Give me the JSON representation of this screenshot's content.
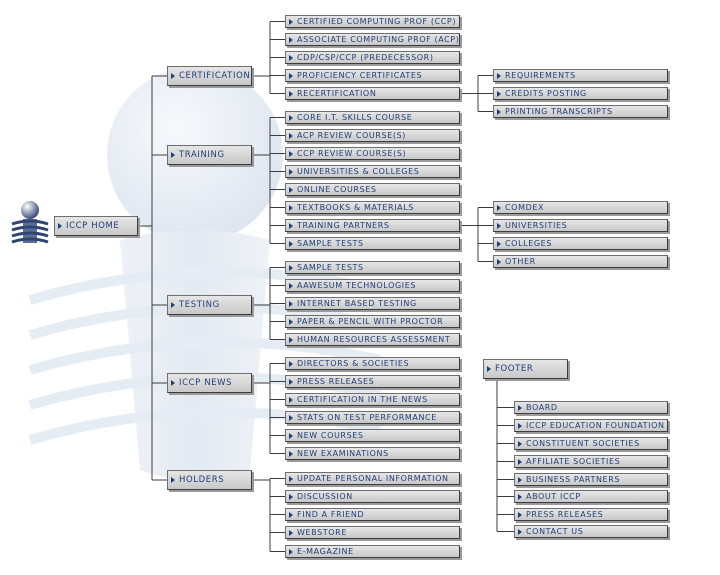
{
  "root": {
    "home": "ICCP HOME"
  },
  "sections": [
    {
      "key": "certification",
      "label": "CERTIFICATION",
      "items": [
        {
          "label": "CERTIFIED COMPUTING PROF (CCP)"
        },
        {
          "label": "ASSOCIATE COMPUTING PROF (ACP)"
        },
        {
          "label": "CDP/CSP/CCP (PREDECESSOR)"
        },
        {
          "label": "PROFICIENCY CERTIFICATES"
        },
        {
          "label": "RECERTIFICATION",
          "children": [
            "REQUIREMENTS",
            "CREDITS POSTING",
            "PRINTING TRANSCRIPTS"
          ]
        }
      ]
    },
    {
      "key": "training",
      "label": "TRAINING",
      "items": [
        {
          "label": "CORE I.T. SKILLS COURSE"
        },
        {
          "label": "ACP REVIEW COURSE(S)"
        },
        {
          "label": "CCP REVIEW COURSE(S)"
        },
        {
          "label": "UNIVERSITIES & COLLEGES"
        },
        {
          "label": "ONLINE COURSES"
        },
        {
          "label": "TEXTBOOKS & MATERIALS"
        },
        {
          "label": "TRAINING PARTNERS",
          "children": [
            "COMDEX",
            "UNIVERSITIES",
            "COLLEGES",
            "OTHER"
          ]
        },
        {
          "label": "SAMPLE TESTS"
        }
      ]
    },
    {
      "key": "testing",
      "label": "TESTING",
      "items": [
        {
          "label": "SAMPLE TESTS"
        },
        {
          "label": "AAWESUM TECHNOLOGIES"
        },
        {
          "label": "INTERNET BASED TESTING"
        },
        {
          "label": "PAPER & PENCIL WITH PROCTOR"
        },
        {
          "label": "HUMAN RESOURCES ASSESSMENT"
        }
      ]
    },
    {
      "key": "news",
      "label": "ICCP NEWS",
      "items": [
        {
          "label": "DIRECTORS & SOCIETIES"
        },
        {
          "label": "PRESS RELEASES"
        },
        {
          "label": "CERTIFICATION IN THE NEWS"
        },
        {
          "label": "STATS ON TEST PERFORMANCE"
        },
        {
          "label": "NEW COURSES"
        },
        {
          "label": "NEW EXAMINATIONS"
        }
      ]
    },
    {
      "key": "holders",
      "label": "HOLDERS",
      "items": [
        {
          "label": "UPDATE PERSONAL INFORMATION"
        },
        {
          "label": "DISCUSSION"
        },
        {
          "label": "FIND A FRIEND"
        },
        {
          "label": "WEBSTORE"
        },
        {
          "label": "E-MAGAZINE"
        }
      ]
    }
  ],
  "footer": {
    "label": "FOOTER",
    "items": [
      "BOARD",
      "ICCP EDUCATION FOUNDATION",
      "CONSTITUENT SOCIETIES",
      "AFFILIATE SOCIETIES",
      "BUSINESS PARTNERS",
      "ABOUT ICCP",
      "PRESS RELEASES",
      "CONTACT US"
    ]
  },
  "colors": {
    "text": "#1f3f78",
    "line": "#3c3c3c",
    "watermark": "#dfe6f0"
  }
}
